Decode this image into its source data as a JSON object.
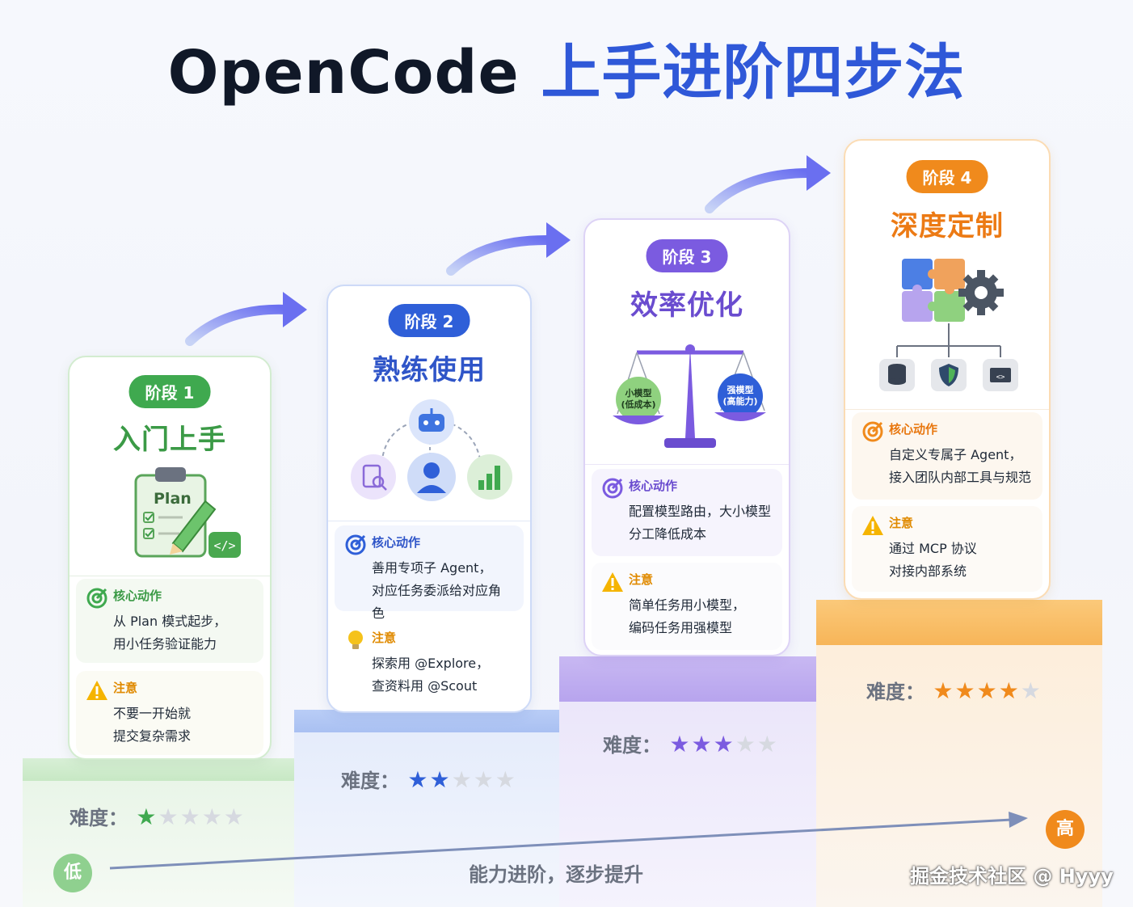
{
  "title": {
    "brand": "OpenCode",
    "rest": "上手进阶四步法"
  },
  "axis": {
    "low": "低",
    "high": "高",
    "caption": "能力进阶，逐步提升"
  },
  "watermark": "掘金技术社区 @ Hyyy",
  "colors": {
    "stage1": "#3fa94f",
    "stage2": "#2f5fd8",
    "stage3": "#7b5be0",
    "stage4": "#f08a1c"
  },
  "stages": [
    {
      "badge": "阶段 1",
      "title": "入门上手",
      "icon_text": "Plan",
      "icons": [
        "clipboard-plan-icon",
        "pencil-icon",
        "code-icon"
      ],
      "action_label": "核心动作",
      "action_lines": [
        "从 Plan 模式起步，",
        "用小任务验证能力"
      ],
      "note_label": "注意",
      "note_lines": [
        "不要一开始就",
        "提交复杂需求"
      ],
      "difficulty_label": "难度：",
      "difficulty": 1,
      "difficulty_max": 5
    },
    {
      "badge": "阶段 2",
      "title": "熟练使用",
      "icons": [
        "robot-icon",
        "document-search-icon",
        "user-icon",
        "bar-chart-icon"
      ],
      "action_label": "核心动作",
      "action_lines": [
        "善用专项子 Agent，",
        "对应任务委派给对应角色"
      ],
      "note_label": "注意",
      "note_lines": [
        "探索用 @Explore，",
        "查资料用 @Scout"
      ],
      "difficulty_label": "难度：",
      "difficulty": 2,
      "difficulty_max": 5
    },
    {
      "badge": "阶段 3",
      "title": "效率优化",
      "scale_left": [
        "小模型",
        "(低成本)"
      ],
      "scale_right": [
        "强模型",
        "(高能力)"
      ],
      "icons": [
        "balance-scale-icon"
      ],
      "action_label": "核心动作",
      "action_lines": [
        "配置模型路由，大小模型",
        "分工降低成本"
      ],
      "note_label": "注意",
      "note_lines": [
        "简单任务用小模型，",
        "编码任务用强模型"
      ],
      "difficulty_label": "难度：",
      "difficulty": 3,
      "difficulty_max": 5
    },
    {
      "badge": "阶段 4",
      "title": "深度定制",
      "icons": [
        "puzzle-icon",
        "gear-icon",
        "database-icon",
        "shield-icon",
        "terminal-icon"
      ],
      "action_label": "核心动作",
      "action_lines": [
        "自定义专属子 Agent，",
        "接入团队内部工具与规范"
      ],
      "note_label": "注意",
      "note_lines": [
        "通过 MCP 协议",
        "对接内部系统"
      ],
      "difficulty_label": "难度：",
      "difficulty": 4,
      "difficulty_max": 5
    }
  ]
}
